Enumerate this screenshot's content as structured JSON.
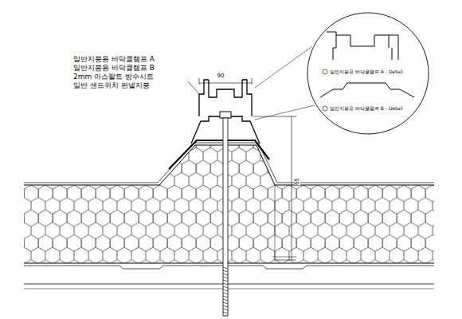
{
  "diagram": {
    "labels": [
      "일반지붕용 바닥클램프 A",
      "일반지붕용 바닥클램프 B",
      "2mm 아스팔트 방수시트",
      "일반 샌드위치 판넬지붕",
      "90",
      "65",
      "일반지붕용 바닥클램프 A - Detail",
      "일반지붕용 바닥클램프 B - Detail"
    ]
  }
}
